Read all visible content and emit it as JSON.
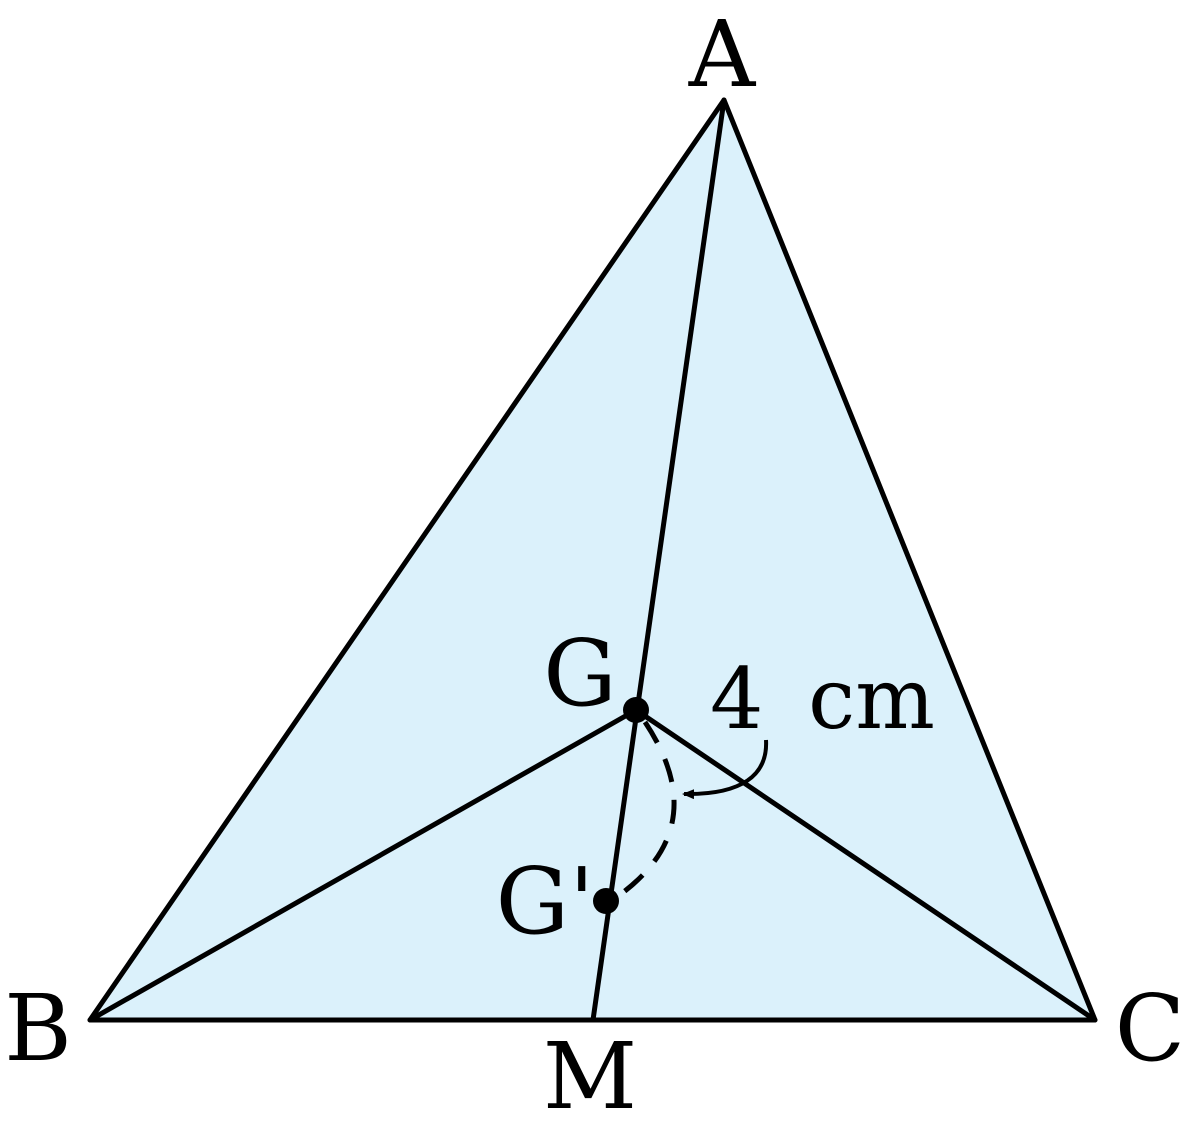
{
  "points": {
    "A": "A",
    "B": "B",
    "C": "C",
    "M": "M",
    "G": "G",
    "G_prime": "G'"
  },
  "measurement": {
    "value": "4",
    "unit": "cm"
  },
  "colors": {
    "fill": "#dbf1fb",
    "stroke": "#000000"
  }
}
